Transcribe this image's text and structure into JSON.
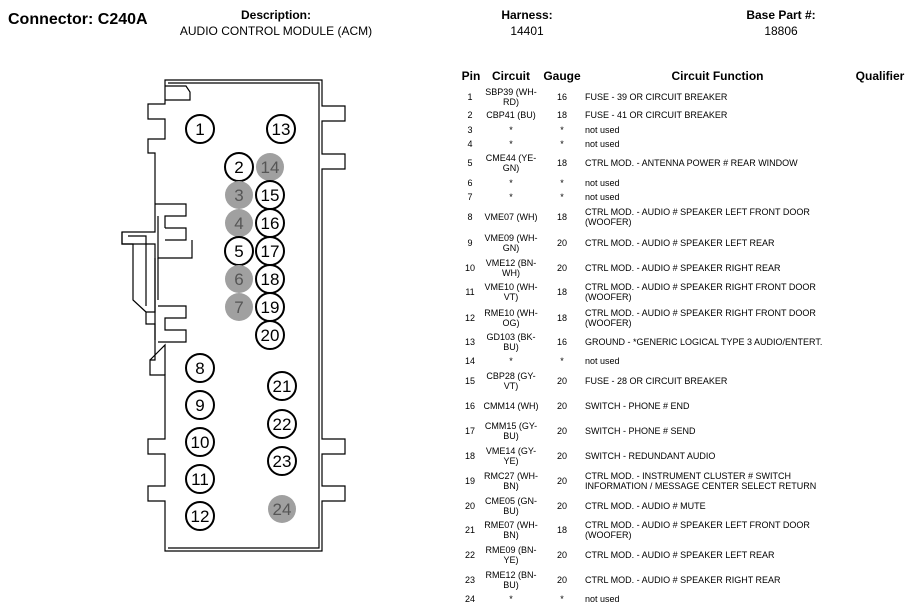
{
  "header": {
    "connector": "Connector: C240A",
    "description_label": "Description:",
    "description_value": "AUDIO CONTROL MODULE (ACM)",
    "harness_label": "Harness:",
    "harness_value": "14401",
    "base_part_label": "Base Part #:",
    "base_part_value": "18806"
  },
  "table": {
    "columns": [
      "Pin",
      "Circuit",
      "Gauge",
      "Circuit Function",
      "Qualifier"
    ],
    "rows": [
      {
        "pin": "1",
        "circuit": "SBP39 (WH-RD)",
        "gauge": "16",
        "function": "FUSE - 39 OR CIRCUIT BREAKER",
        "qualifier": ""
      },
      {
        "pin": "2",
        "circuit": "CBP41 (BU)",
        "gauge": "18",
        "function": "FUSE - 41 OR CIRCUIT BREAKER",
        "qualifier": ""
      },
      {
        "pin": "3",
        "circuit": "*",
        "gauge": "*",
        "function": "not used",
        "qualifier": ""
      },
      {
        "pin": "4",
        "circuit": "*",
        "gauge": "*",
        "function": "not used",
        "qualifier": ""
      },
      {
        "pin": "5",
        "circuit": "CME44 (YE-GN)",
        "gauge": "18",
        "function": "CTRL MOD. - ANTENNA POWER # REAR WINDOW",
        "qualifier": ""
      },
      {
        "pin": "6",
        "circuit": "*",
        "gauge": "*",
        "function": "not used",
        "qualifier": ""
      },
      {
        "pin": "7",
        "circuit": "*",
        "gauge": "*",
        "function": "not used",
        "qualifier": ""
      },
      {
        "pin": "8",
        "circuit": "VME07 (WH)",
        "gauge": "18",
        "function": "CTRL MOD. - AUDIO # SPEAKER LEFT FRONT DOOR (WOOFER)",
        "qualifier": ""
      },
      {
        "pin": "9",
        "circuit": "VME09 (WH-GN)",
        "gauge": "20",
        "function": "CTRL MOD. - AUDIO # SPEAKER LEFT REAR",
        "qualifier": ""
      },
      {
        "pin": "10",
        "circuit": "VME12 (BN-WH)",
        "gauge": "20",
        "function": "CTRL MOD. - AUDIO # SPEAKER RIGHT REAR",
        "qualifier": ""
      },
      {
        "pin": "11",
        "circuit": "VME10 (WH-VT)",
        "gauge": "18",
        "function": "CTRL MOD. - AUDIO # SPEAKER RIGHT FRONT DOOR (WOOFER)",
        "qualifier": ""
      },
      {
        "pin": "12",
        "circuit": "RME10 (WH-OG)",
        "gauge": "18",
        "function": "CTRL MOD. - AUDIO # SPEAKER RIGHT FRONT DOOR (WOOFER)",
        "qualifier": ""
      },
      {
        "pin": "13",
        "circuit": "GD103 (BK-BU)",
        "gauge": "16",
        "function": "GROUND - *GENERIC LOGICAL TYPE 3 AUDIO/ENTERT.",
        "qualifier": ""
      },
      {
        "pin": "14",
        "circuit": "*",
        "gauge": "*",
        "function": "not used",
        "qualifier": ""
      },
      {
        "pin": "15",
        "circuit": "CBP28 (GY-VT)",
        "gauge": "20",
        "function": "FUSE - 28 OR CIRCUIT BREAKER",
        "qualifier": ""
      },
      {
        "pin": "16",
        "circuit": "CMM14 (WH)",
        "gauge": "20",
        "function": "SWITCH - PHONE # END",
        "qualifier": ""
      },
      {
        "pin": "17",
        "circuit": "CMM15 (GY-BU)",
        "gauge": "20",
        "function": "SWITCH - PHONE # SEND",
        "qualifier": ""
      },
      {
        "pin": "18",
        "circuit": "VME14 (GY-YE)",
        "gauge": "20",
        "function": "SWITCH - REDUNDANT AUDIO",
        "qualifier": ""
      },
      {
        "pin": "19",
        "circuit": "RMC27 (WH-BN)",
        "gauge": "20",
        "function": "CTRL MOD. - INSTRUMENT CLUSTER # SWITCH INFORMATION / MESSAGE CENTER SELECT RETURN",
        "qualifier": ""
      },
      {
        "pin": "20",
        "circuit": "CME05 (GN-BU)",
        "gauge": "20",
        "function": "CTRL MOD. - AUDIO # MUTE",
        "qualifier": ""
      },
      {
        "pin": "21",
        "circuit": "RME07 (WH-BN)",
        "gauge": "18",
        "function": "CTRL MOD. - AUDIO # SPEAKER LEFT FRONT DOOR (WOOFER)",
        "qualifier": ""
      },
      {
        "pin": "22",
        "circuit": "RME09 (BN-YE)",
        "gauge": "20",
        "function": "CTRL MOD. - AUDIO # SPEAKER LEFT REAR",
        "qualifier": ""
      },
      {
        "pin": "23",
        "circuit": "RME12 (BN-BU)",
        "gauge": "20",
        "function": "CTRL MOD. - AUDIO # SPEAKER RIGHT REAR",
        "qualifier": ""
      },
      {
        "pin": "24",
        "circuit": "*",
        "gauge": "*",
        "function": "not used",
        "qualifier": ""
      }
    ]
  },
  "connector": {
    "unused_pin_color": "#a0a0a0",
    "used_pin_color": "#ffffff",
    "pins": [
      {
        "label": "1",
        "used": true
      },
      {
        "label": "2",
        "used": true
      },
      {
        "label": "3",
        "used": false
      },
      {
        "label": "4",
        "used": false
      },
      {
        "label": "5",
        "used": true
      },
      {
        "label": "6",
        "used": false
      },
      {
        "label": "7",
        "used": false
      },
      {
        "label": "8",
        "used": true
      },
      {
        "label": "9",
        "used": true
      },
      {
        "label": "10",
        "used": true
      },
      {
        "label": "11",
        "used": true
      },
      {
        "label": "12",
        "used": true
      },
      {
        "label": "13",
        "used": true
      },
      {
        "label": "14",
        "used": false
      },
      {
        "label": "15",
        "used": true
      },
      {
        "label": "16",
        "used": true
      },
      {
        "label": "17",
        "used": true
      },
      {
        "label": "18",
        "used": true
      },
      {
        "label": "19",
        "used": true
      },
      {
        "label": "20",
        "used": true
      },
      {
        "label": "21",
        "used": true
      },
      {
        "label": "22",
        "used": true
      },
      {
        "label": "23",
        "used": true
      },
      {
        "label": "24",
        "used": false
      }
    ]
  }
}
